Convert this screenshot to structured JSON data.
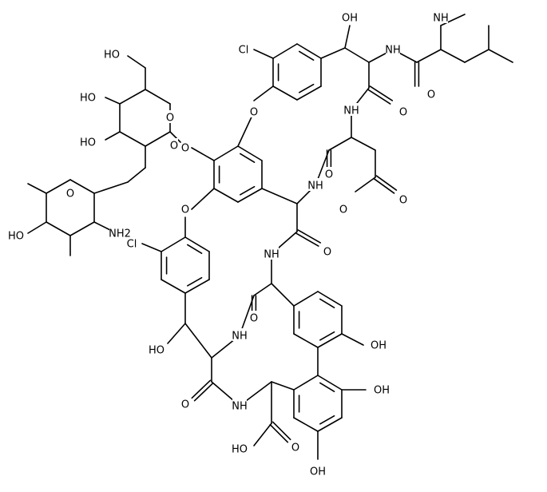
{
  "figure": {
    "type": "skeletal-structure",
    "atom_labels": {
      "hydroxyls": [
        "HO",
        "HO",
        "OH",
        "HO",
        "HO",
        "OH",
        "HO",
        "OH",
        "OH",
        "HO"
      ],
      "ring_oxygens": [
        "O",
        "O"
      ],
      "ether_oxygens": [
        "O",
        "O",
        "O",
        "O"
      ],
      "carbonyl_oxygens": [
        "O",
        "O",
        "O",
        "O",
        "O",
        "O",
        "O",
        "O",
        "O"
      ],
      "amide_nitrogens": [
        "NH",
        "NH",
        "NH",
        "NH",
        "NH",
        "NH"
      ],
      "amines": [
        "NH",
        "NH2"
      ],
      "chlorines": [
        "Cl",
        "Cl"
      ]
    }
  }
}
